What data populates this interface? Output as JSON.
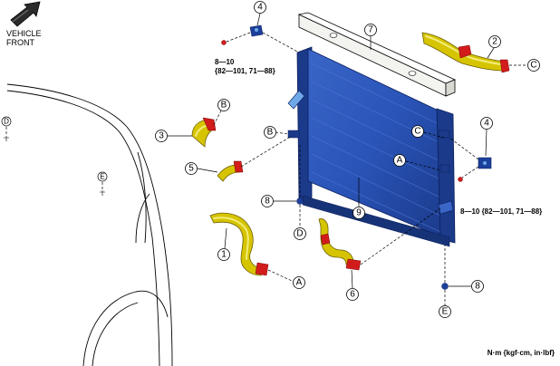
{
  "orientation": {
    "line1": "VEHICLE",
    "line2": "FRONT",
    "arrow_icon": "vehicle-front-arrow-icon"
  },
  "callouts": {
    "n1": "1",
    "n2": "2",
    "n3": "3",
    "n4a": "4",
    "n4b": "4",
    "n5": "5",
    "n6": "6",
    "n7": "7",
    "n8a": "8",
    "n8b": "8",
    "n9": "9"
  },
  "connectors": {
    "A1": "A",
    "A2": "A",
    "B1": "B",
    "B2": "B",
    "C1": "C",
    "C2": "C",
    "D1": "D",
    "D2": "D",
    "E1": "E",
    "E2": "E"
  },
  "torque_left": {
    "range": "8—10",
    "alt": "{82—101, 71—88}"
  },
  "torque_right": {
    "text": "8—10 {82—101, 71—88}"
  },
  "units": "N·m {kgf·cm, in·lbf}",
  "colors": {
    "radiator": "#2a54b8",
    "radiator_dark": "#1b3a8a",
    "hose": "#d6c400",
    "clamp": "#d21c1c",
    "support": "#f1f1ee"
  }
}
